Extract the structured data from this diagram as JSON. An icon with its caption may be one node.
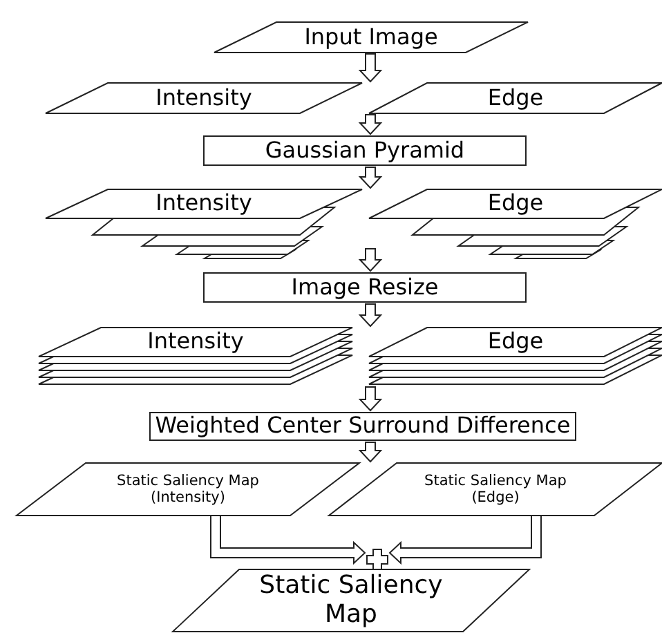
{
  "diagram": {
    "nodes": [
      {
        "text": [
          "Input Image"
        ]
      },
      {
        "text": [
          "Intensity"
        ]
      },
      {
        "text": [
          "Edge"
        ]
      },
      {
        "text": [
          "Gaussian Pyramid"
        ]
      },
      {
        "text": [
          "Intensity"
        ]
      },
      {
        "text": [
          "Edge"
        ]
      },
      {
        "text": [
          "Image Resize"
        ]
      },
      {
        "text": [
          "Intensity"
        ]
      },
      {
        "text": [
          "Edge"
        ]
      },
      {
        "text": [
          "Weighted Center Surround Difference"
        ]
      },
      {
        "text": [
          "Static Saliency Map (Intensity)"
        ]
      },
      {
        "text": [
          "Static Saliency Map (Edge)"
        ]
      },
      {
        "text": [],
        "shape": "plus"
      },
      {
        "text": [
          "Static Saliency Map"
        ]
      }
    ],
    "edges": [
      {
        "from": 0,
        "to": 1,
        "arrow": "to"
      },
      {
        "from": 0,
        "to": 2,
        "arrow": "to"
      },
      {
        "from": 1,
        "to": 3,
        "arrow": "to"
      },
      {
        "from": 2,
        "to": 3,
        "arrow": "to"
      },
      {
        "from": 3,
        "to": 4,
        "arrow": "to"
      },
      {
        "from": 3,
        "to": 5,
        "arrow": "to"
      },
      {
        "from": 4,
        "to": 6,
        "arrow": "to"
      },
      {
        "from": 5,
        "to": 6,
        "arrow": "to"
      },
      {
        "from": 6,
        "to": 7,
        "arrow": "to"
      },
      {
        "from": 6,
        "to": 8,
        "arrow": "to"
      },
      {
        "from": 7,
        "to": 9,
        "arrow": "to"
      },
      {
        "from": 8,
        "to": 9,
        "arrow": "to"
      },
      {
        "from": 9,
        "to": 10,
        "arrow": "to"
      },
      {
        "from": 9,
        "to": 11,
        "arrow": "to"
      },
      {
        "from": 10,
        "to": 12,
        "arrow": "to"
      },
      {
        "from": 11,
        "to": 12,
        "arrow": "to"
      }
    ]
  }
}
